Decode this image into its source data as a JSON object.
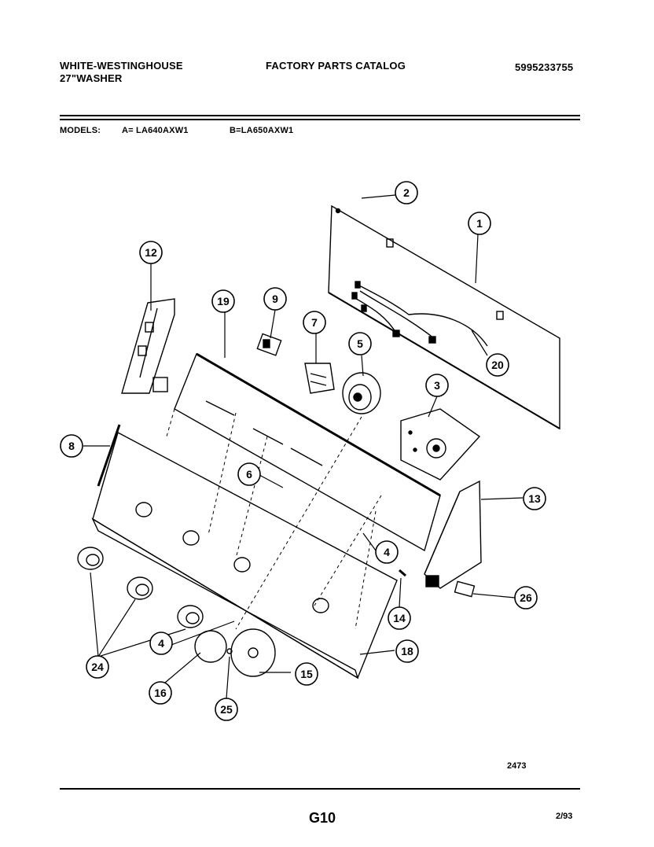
{
  "header": {
    "brand": "WHITE-WESTINGHOUSE",
    "product": "27\"WASHER",
    "catalog_title": "FACTORY PARTS CATALOG",
    "catalog_number": "5995233755"
  },
  "models": {
    "label": "MODELS:",
    "model_a": "A= LA640AXW1",
    "model_b": "B=LA650AXW1"
  },
  "diagram": {
    "callouts": [
      "1",
      "2",
      "3",
      "4",
      "4",
      "5",
      "6",
      "7",
      "8",
      "9",
      "12",
      "13",
      "14",
      "15",
      "16",
      "18",
      "19",
      "20",
      "24",
      "25",
      "26"
    ],
    "drawing_number": "2473"
  },
  "footer": {
    "page": "G10",
    "date": "2/93"
  }
}
